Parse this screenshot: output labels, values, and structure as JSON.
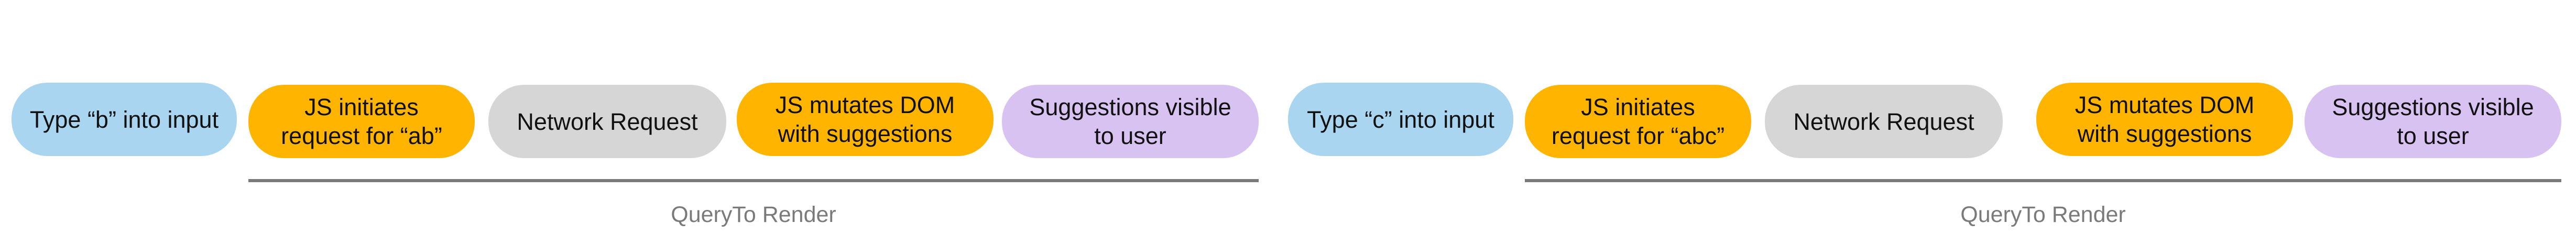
{
  "flows": [
    {
      "steps": [
        {
          "text": "Type “b” into input",
          "kind": "user-action"
        },
        {
          "text": "JS initiates\nrequest for “ab”",
          "kind": "js"
        },
        {
          "text": "Network Request",
          "kind": "network"
        },
        {
          "text": "JS mutates DOM\nwith suggestions",
          "kind": "js"
        },
        {
          "text": "Suggestions visible\nto user",
          "kind": "visible"
        }
      ],
      "span_label": "QueryTo Render"
    },
    {
      "steps": [
        {
          "text": "Type “c” into input",
          "kind": "user-action"
        },
        {
          "text": "JS initiates\nrequest for “abc”",
          "kind": "js"
        },
        {
          "text": "Network Request",
          "kind": "network"
        },
        {
          "text": "JS mutates DOM\nwith suggestions",
          "kind": "js"
        },
        {
          "text": "Suggestions visible\nto user",
          "kind": "visible"
        }
      ],
      "span_label": "QueryTo Render"
    }
  ],
  "colors": {
    "user-action": "#a9d5f0",
    "js": "#ffb400",
    "network": "#d6d6d6",
    "visible": "#d8c2f1",
    "span": "#7a7a7a"
  }
}
